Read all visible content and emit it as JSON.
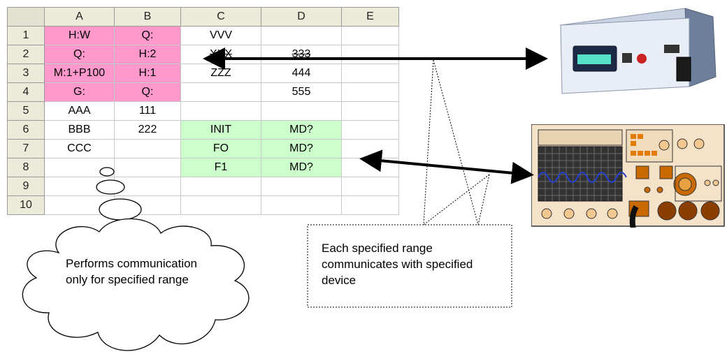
{
  "sheet": {
    "columns": [
      "A",
      "B",
      "C",
      "D",
      "E"
    ],
    "rows": [
      {
        "num": "1",
        "cells": [
          "H:W",
          "Q:",
          "VVV",
          "",
          ""
        ]
      },
      {
        "num": "2",
        "cells": [
          "Q:",
          "H:2",
          "XXX",
          "333",
          ""
        ]
      },
      {
        "num": "3",
        "cells": [
          "M:1+P100",
          "H:1",
          "ZZZ",
          "444",
          ""
        ]
      },
      {
        "num": "4",
        "cells": [
          "G:",
          "Q:",
          "",
          "555",
          ""
        ]
      },
      {
        "num": "5",
        "cells": [
          "AAA",
          "111",
          "",
          "",
          ""
        ]
      },
      {
        "num": "6",
        "cells": [
          "BBB",
          "222",
          "INIT",
          "MD?",
          ""
        ]
      },
      {
        "num": "7",
        "cells": [
          "CCC",
          "",
          "FO",
          "MD?",
          ""
        ]
      },
      {
        "num": "8",
        "cells": [
          "",
          "",
          "F1",
          "MD?",
          ""
        ]
      },
      {
        "num": "9",
        "cells": [
          "",
          "",
          "",
          "",
          ""
        ]
      },
      {
        "num": "10",
        "cells": [
          "",
          "",
          "",
          "",
          ""
        ]
      }
    ]
  },
  "cloud_text": "Performs communication only for specified range",
  "box_text": "Each specified range communicates with specified device",
  "colors": {
    "range1": "#ff99cc",
    "range2": "#ccffcc",
    "header": "#ecead8",
    "arrow": "#000000"
  },
  "icons": [
    "controller-device",
    "oscilloscope-device",
    "thought-cloud"
  ]
}
